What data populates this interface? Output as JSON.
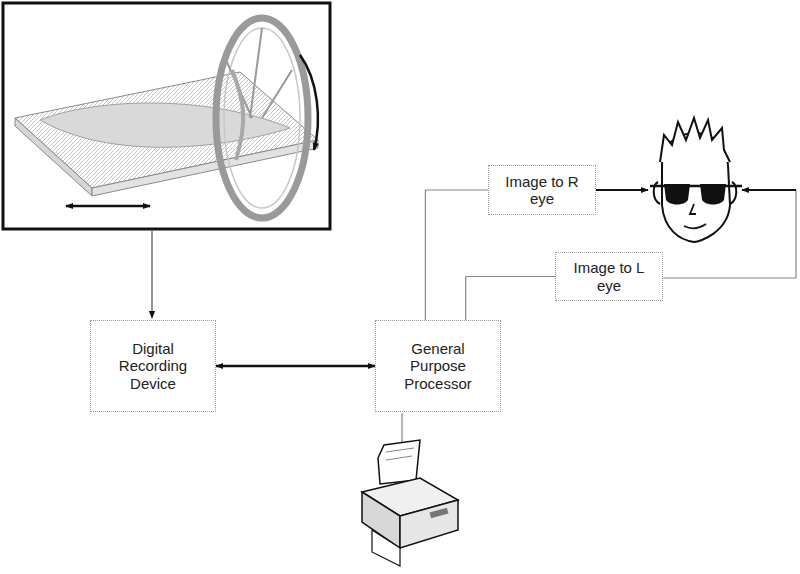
{
  "diagram": {
    "nodes": [
      {
        "text": [
          "Image to R eye"
        ]
      },
      {
        "text": [
          "Image to L eye"
        ]
      },
      {
        "text": [
          "Digital Recording Device"
        ]
      },
      {
        "text": [
          "General Purpose Processor"
        ]
      }
    ],
    "edges": [
      {
        "from": 2,
        "to": 3,
        "arrow": "both"
      },
      {
        "from": 3,
        "to": 0,
        "arrow": "none"
      },
      {
        "from": 3,
        "to": 1,
        "arrow": "none"
      }
    ]
  }
}
